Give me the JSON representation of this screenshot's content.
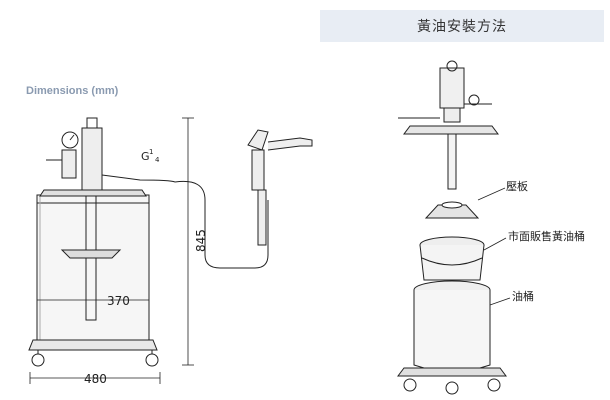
{
  "header": {
    "title": "黃油安裝方法"
  },
  "dimensions": {
    "title": "Dimensions (mm)",
    "thread_label": "G",
    "thread_sup": "1",
    "thread_sub": "4",
    "width_inner": "370",
    "width_outer": "480",
    "height": "845"
  },
  "install": {
    "label_plate": "壓板",
    "label_market_bucket": "市面販售黃油桶",
    "label_drum": "油桶"
  }
}
